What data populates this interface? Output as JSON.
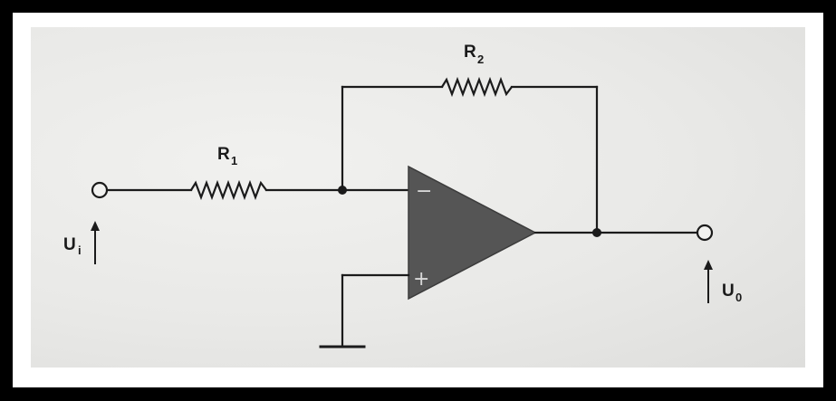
{
  "diagram": {
    "components": {
      "r1": {
        "label": "R",
        "subscript": "1"
      },
      "r2": {
        "label": "R",
        "subscript": "2"
      },
      "opamp": {
        "inverting_sign": "−",
        "noninverting_sign": "+"
      }
    },
    "terminals": {
      "input": {
        "label": "U",
        "subscript": "i"
      },
      "output": {
        "label": "U",
        "subscript": "0"
      }
    },
    "colors": {
      "wire": "#1b1b1b",
      "opamp_fill": "#555555",
      "paper": "#eaeae8",
      "frame": "#ffffff",
      "background": "#000000"
    }
  }
}
